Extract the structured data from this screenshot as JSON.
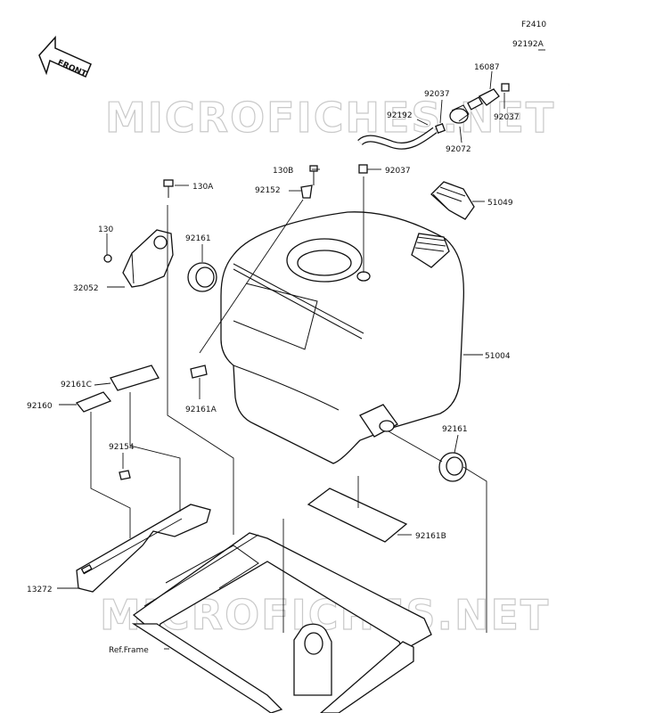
{
  "figure_code": "F2410",
  "front_label": "FRONT",
  "watermark_top": "MICROFICHES.NET",
  "watermark_bottom": "MICROFICHES.NET",
  "part_labels": {
    "p92192A": "92192A",
    "p16087": "16087",
    "p92037a": "92037",
    "p92037b": "92037",
    "p92037c": "92037",
    "p92192": "92192",
    "p92072": "92072",
    "p130B": "130B",
    "p92152": "92152",
    "p130A": "130A",
    "p51049": "51049",
    "p130": "130",
    "p92161a": "92161",
    "p32052": "32052",
    "p51004": "51004",
    "p92161C": "92161C",
    "p92160": "92160",
    "p92161A": "92161A",
    "p92161b": "92161",
    "p92154": "92154",
    "p92161B": "92161B",
    "p13272": "13272",
    "pRefFrame": "Ref.Frame"
  }
}
